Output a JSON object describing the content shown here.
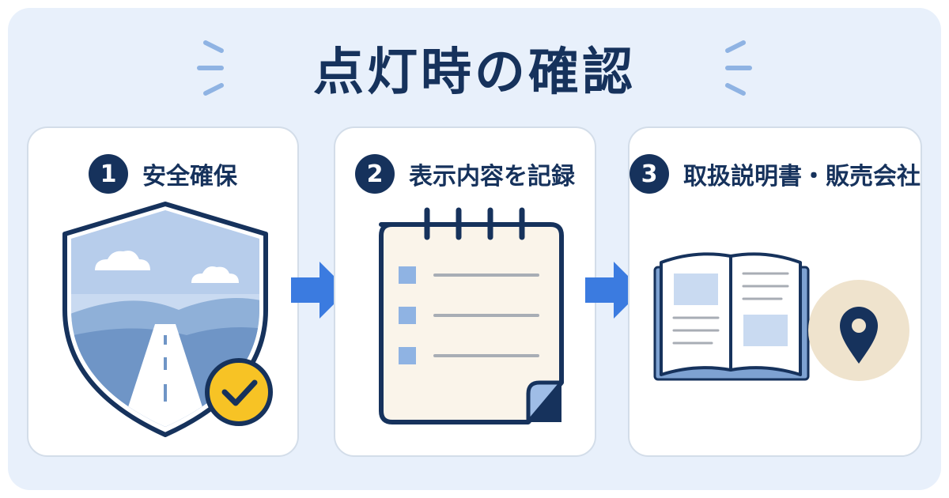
{
  "title": "点灯時の確認",
  "colors": {
    "navy": "#16325c",
    "accent_blue": "#3b7be0",
    "background": "#e8f0fb",
    "card": "#ffffff",
    "check_yellow": "#f7c325"
  },
  "steps": [
    {
      "number": "1",
      "label": "安全確保",
      "icon": "shield-road-check-icon"
    },
    {
      "number": "2",
      "label": "表示内容を記録",
      "icon": "notepad-checklist-icon"
    },
    {
      "number": "3",
      "label": "取扱説明書・販売会社",
      "icon": "manual-book-location-icon"
    }
  ]
}
